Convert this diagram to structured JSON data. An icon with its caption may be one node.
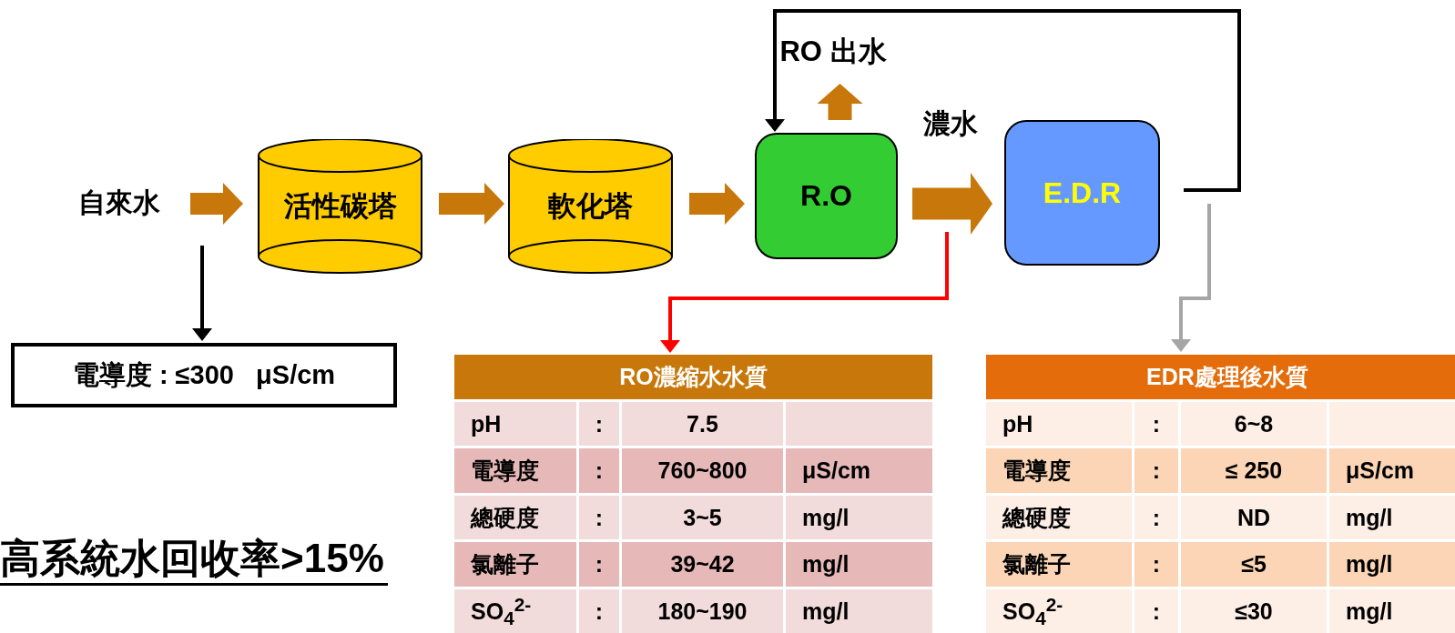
{
  "diagram": {
    "nodes": [
      {
        "text": [
          "自來水"
        ]
      },
      {
        "text": [
          "活性碳塔"
        ]
      },
      {
        "text": [
          "軟化塔"
        ]
      },
      {
        "text": [
          "R.O"
        ]
      },
      {
        "text": [
          "E.D.R"
        ]
      },
      {
        "text": [
          "RO 出水"
        ]
      },
      {
        "text": [
          "電導度 : ≤300   μS/cm"
        ]
      },
      {
        "text": [
          "RO濃縮水水質",
          "pH",
          ":",
          "7.5",
          "電導度",
          ":",
          "760~800",
          "μS/cm",
          "總硬度",
          ":",
          "3~5",
          "mg/l",
          "氯離子",
          ":",
          "39~42",
          "mg/l",
          "SO$_{4}$$^{2-}$",
          ":",
          "180~190",
          "mg/l"
        ]
      },
      {
        "text": [
          "EDR處理後水質",
          "pH",
          ":",
          "6~8",
          "電導度",
          ":",
          "≤ 250",
          "μS/cm",
          "總硬度",
          ":",
          "ND",
          "mg/l",
          "氯離子",
          ":",
          "≤5",
          "mg/l",
          "SO$_{4}$$^{2-}$",
          ":",
          "≤30",
          "mg/l"
        ]
      }
    ],
    "edges": [
      {
        "from": 0,
        "to": 1,
        "arrow": "to"
      },
      {
        "from": 1,
        "to": 2,
        "arrow": "to"
      },
      {
        "from": 2,
        "to": 3,
        "arrow": "to"
      },
      {
        "from": 3,
        "to": 5,
        "arrow": "to"
      },
      {
        "from": 3,
        "to": 4,
        "arrow": "to",
        "label": "濃水"
      },
      {
        "from": 0,
        "to": 6,
        "arrow": "to",
        "color": "#000000"
      },
      {
        "from": 4,
        "to": 3,
        "arrow": "to",
        "color": "#000000"
      },
      {
        "from": 3,
        "to": 7,
        "arrow": "to",
        "color": "#ff0000"
      },
      {
        "from": 4,
        "to": 8,
        "arrow": "to",
        "color": "#a6a6a6"
      }
    ],
    "labels": [
      "高系統水回收率>15%"
    ]
  }
}
